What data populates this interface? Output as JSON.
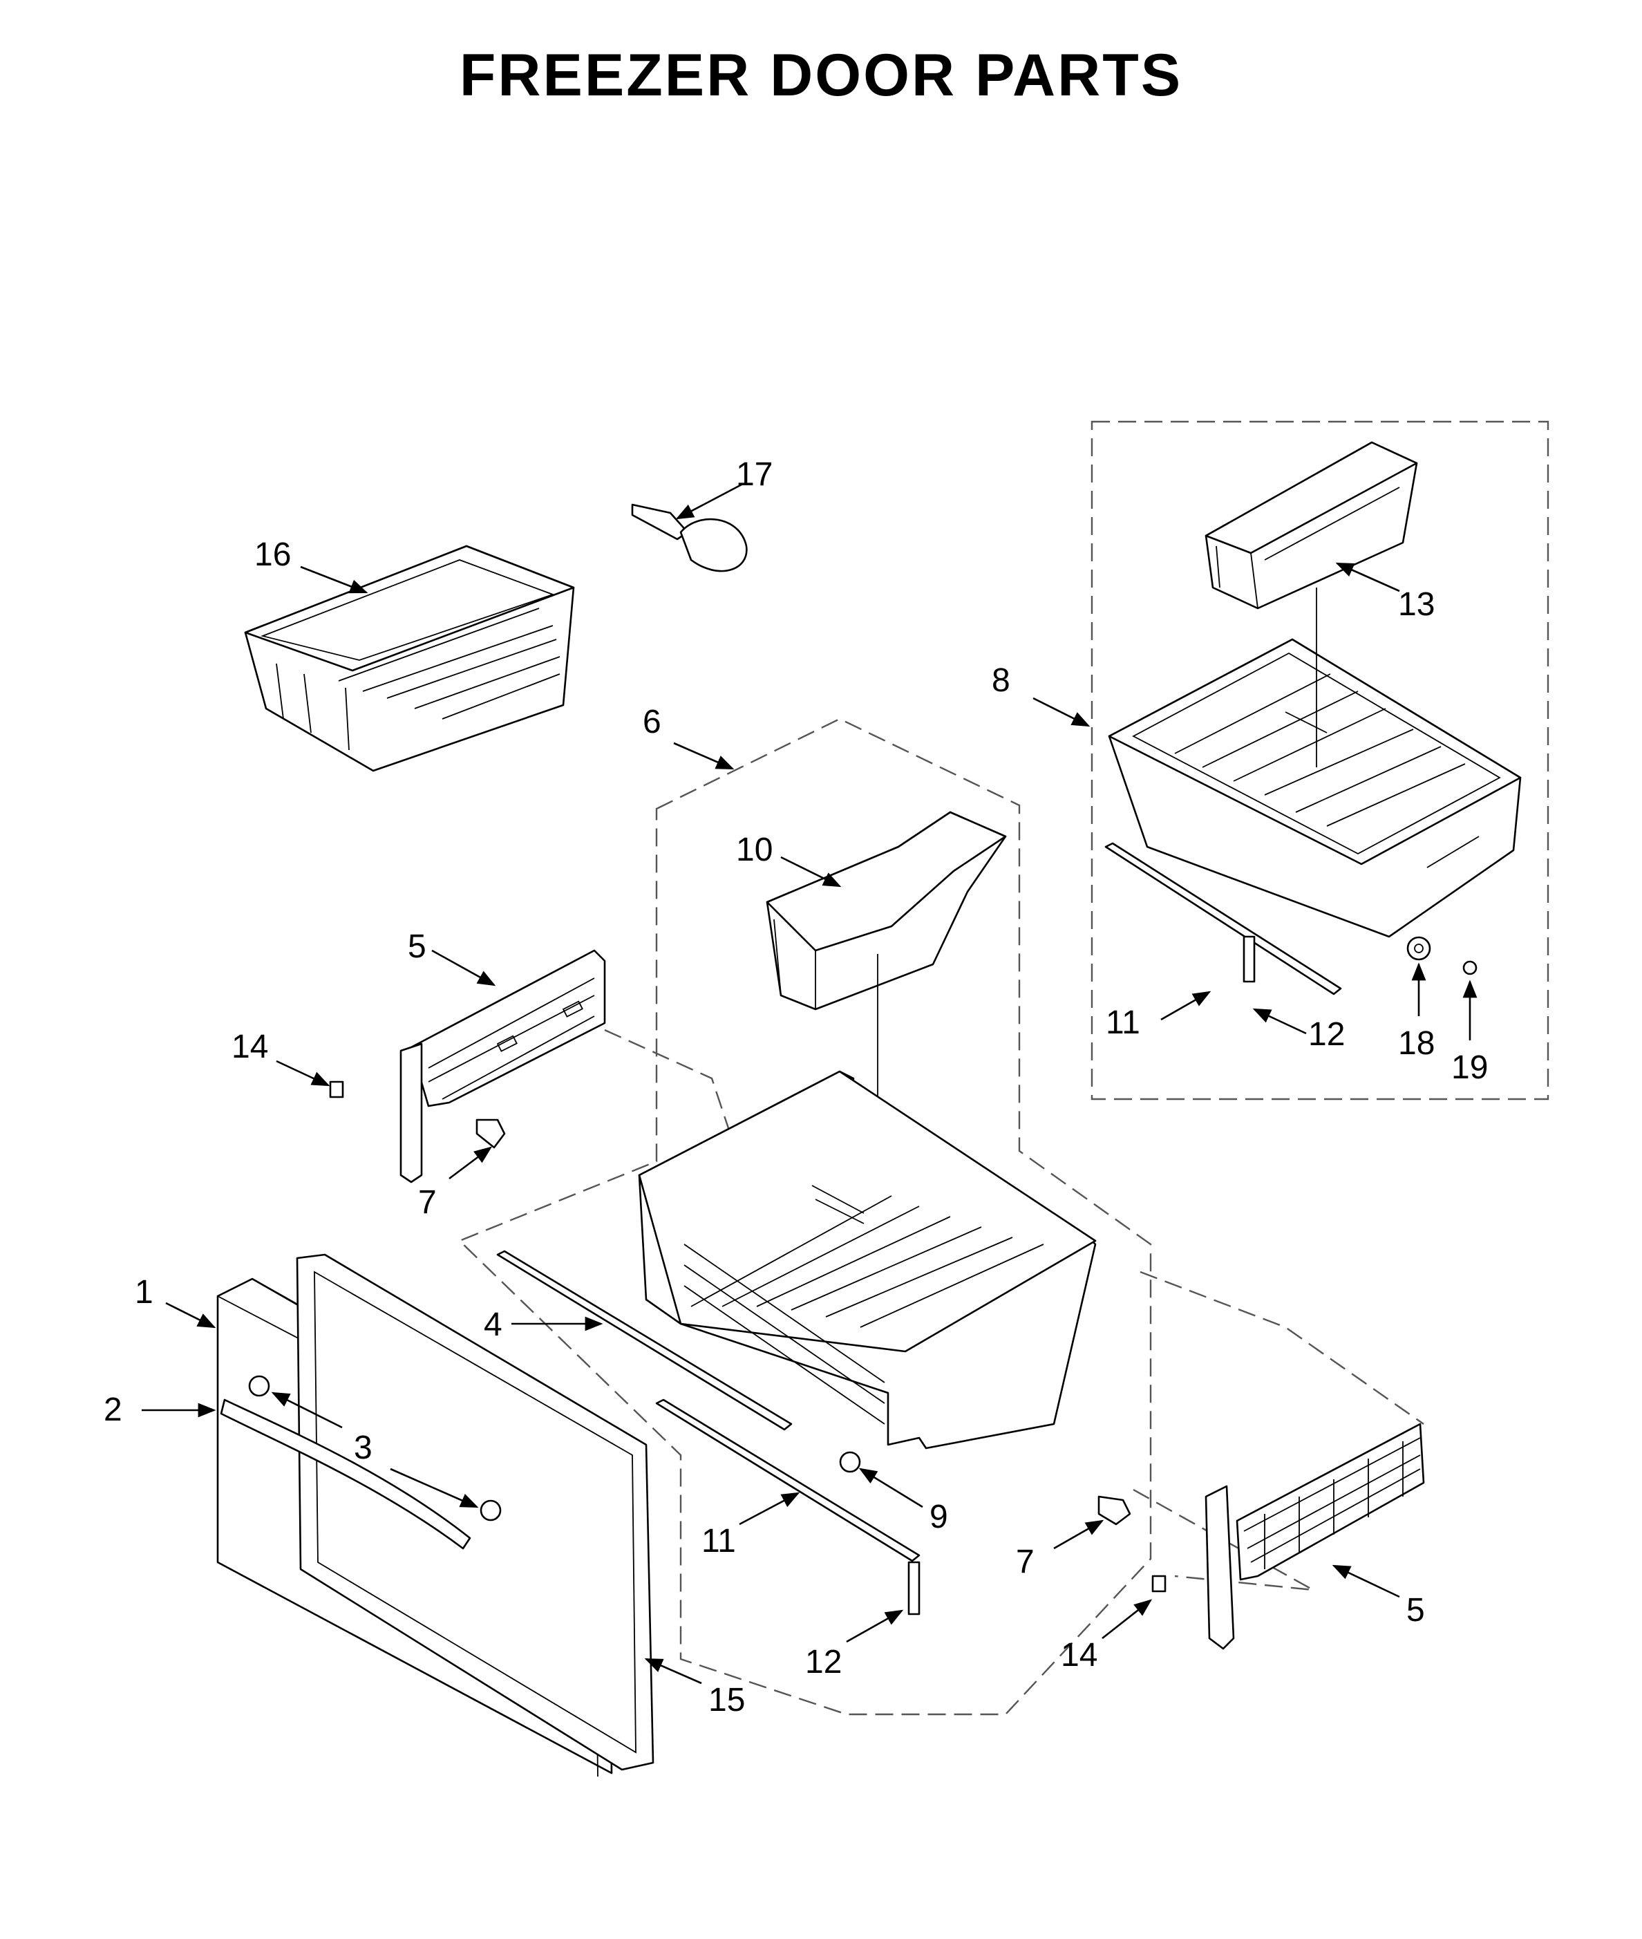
{
  "title": "FREEZER DOOR PARTS",
  "callouts": {
    "c1": "1",
    "c2": "2",
    "c3": "3",
    "c4": "4",
    "c5a": "5",
    "c5b": "5",
    "c6": "6",
    "c7a": "7",
    "c7b": "7",
    "c8": "8",
    "c9": "9",
    "c10": "10",
    "c11a": "11",
    "c11b": "11",
    "c12a": "12",
    "c12b": "12",
    "c13": "13",
    "c14a": "14",
    "c14b": "14",
    "c15": "15",
    "c16": "16",
    "c17": "17",
    "c18": "18",
    "c19": "19"
  }
}
